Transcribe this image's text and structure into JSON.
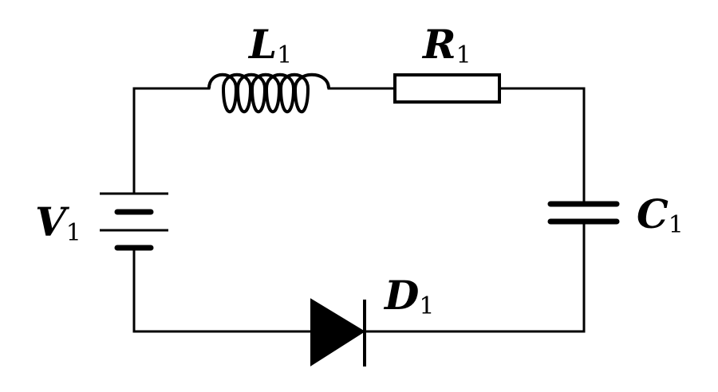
{
  "components": {
    "inductor": {
      "letter": "L",
      "index": "1"
    },
    "resistor": {
      "letter": "R",
      "index": "1"
    },
    "source": {
      "letter": "V",
      "index": "1"
    },
    "capacitor": {
      "letter": "C",
      "index": "1"
    },
    "diode": {
      "letter": "D",
      "index": "1"
    }
  }
}
